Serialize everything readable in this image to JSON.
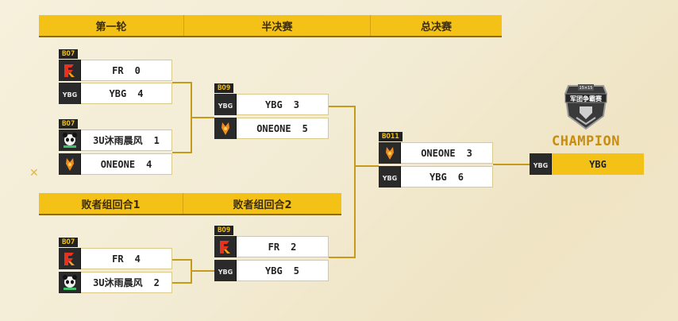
{
  "headers": {
    "round1": "第一轮",
    "semifinal": "半决赛",
    "final": "总决赛",
    "losers1": "败者组回合1",
    "losers2": "败者组回合2"
  },
  "matches": {
    "r1_top": {
      "bo": "BO7",
      "teams": [
        {
          "name": "FR",
          "score": "0",
          "logo": "fr-logo"
        },
        {
          "name": "YBG",
          "score": "4",
          "logo": "ybg-logo"
        }
      ]
    },
    "r1_bot": {
      "bo": "BO7",
      "teams": [
        {
          "name": "3U沐雨晨风",
          "score": "1",
          "logo": "panda-logo"
        },
        {
          "name": "ONEONE",
          "score": "4",
          "logo": "oneone-logo"
        }
      ]
    },
    "semi": {
      "bo": "BO9",
      "teams": [
        {
          "name": "YBG",
          "score": "3",
          "logo": "ybg-logo"
        },
        {
          "name": "ONEONE",
          "score": "5",
          "logo": "oneone-logo"
        }
      ]
    },
    "final": {
      "bo": "BO11",
      "teams": [
        {
          "name": "ONEONE",
          "score": "3",
          "logo": "oneone-logo"
        },
        {
          "name": "YBG",
          "score": "6",
          "logo": "ybg-logo"
        }
      ]
    },
    "l1": {
      "bo": "BO7",
      "teams": [
        {
          "name": "FR",
          "score": "4",
          "logo": "fr-logo"
        },
        {
          "name": "3U沐雨晨风",
          "score": "2",
          "logo": "panda-logo"
        }
      ]
    },
    "l2": {
      "bo": "BO9",
      "teams": [
        {
          "name": "FR",
          "score": "2",
          "logo": "fr-logo"
        },
        {
          "name": "YBG",
          "score": "5",
          "logo": "ybg-logo"
        }
      ]
    }
  },
  "champion": {
    "label": "CHAMPION",
    "team": "YBG",
    "logo": "ybg-logo",
    "trophy_badge_top": "15×15",
    "trophy_badge_main": "军团争霸赛"
  },
  "colors": {
    "accent": "#f4c117",
    "line": "#c69a1a",
    "champion_text": "#c88d10"
  }
}
